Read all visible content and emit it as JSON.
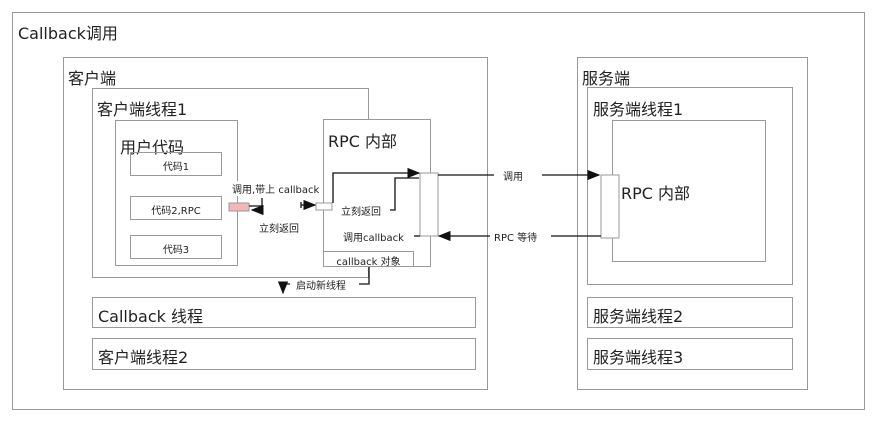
{
  "title": "Callback调用",
  "client": {
    "label": "客户端",
    "thread1": "客户端线程1",
    "user_code": "用户代码",
    "code": [
      "代码1",
      "代码2,RPC",
      "代码3"
    ],
    "rpc_internal": "RPC 内部",
    "callback_object": "callback 对象",
    "callback_thread": "Callback 线程",
    "thread2": "客户端线程2"
  },
  "server": {
    "label": "服务端",
    "thread1": "服务端线程1",
    "rpc_internal": "RPC 内部",
    "thread2": "服务端线程2",
    "thread3": "服务端线程3"
  },
  "labels": {
    "call_with_callback": "调用,带上 callback",
    "return_now_1": "立刻返回",
    "return_now_2": "立刻返回",
    "invoke_callback": "调用callback",
    "call": "调用",
    "rpc_wait": "RPC 等待",
    "start_thread": "启动新线程"
  },
  "colors": {
    "highlight": "#f2b8b8"
  }
}
